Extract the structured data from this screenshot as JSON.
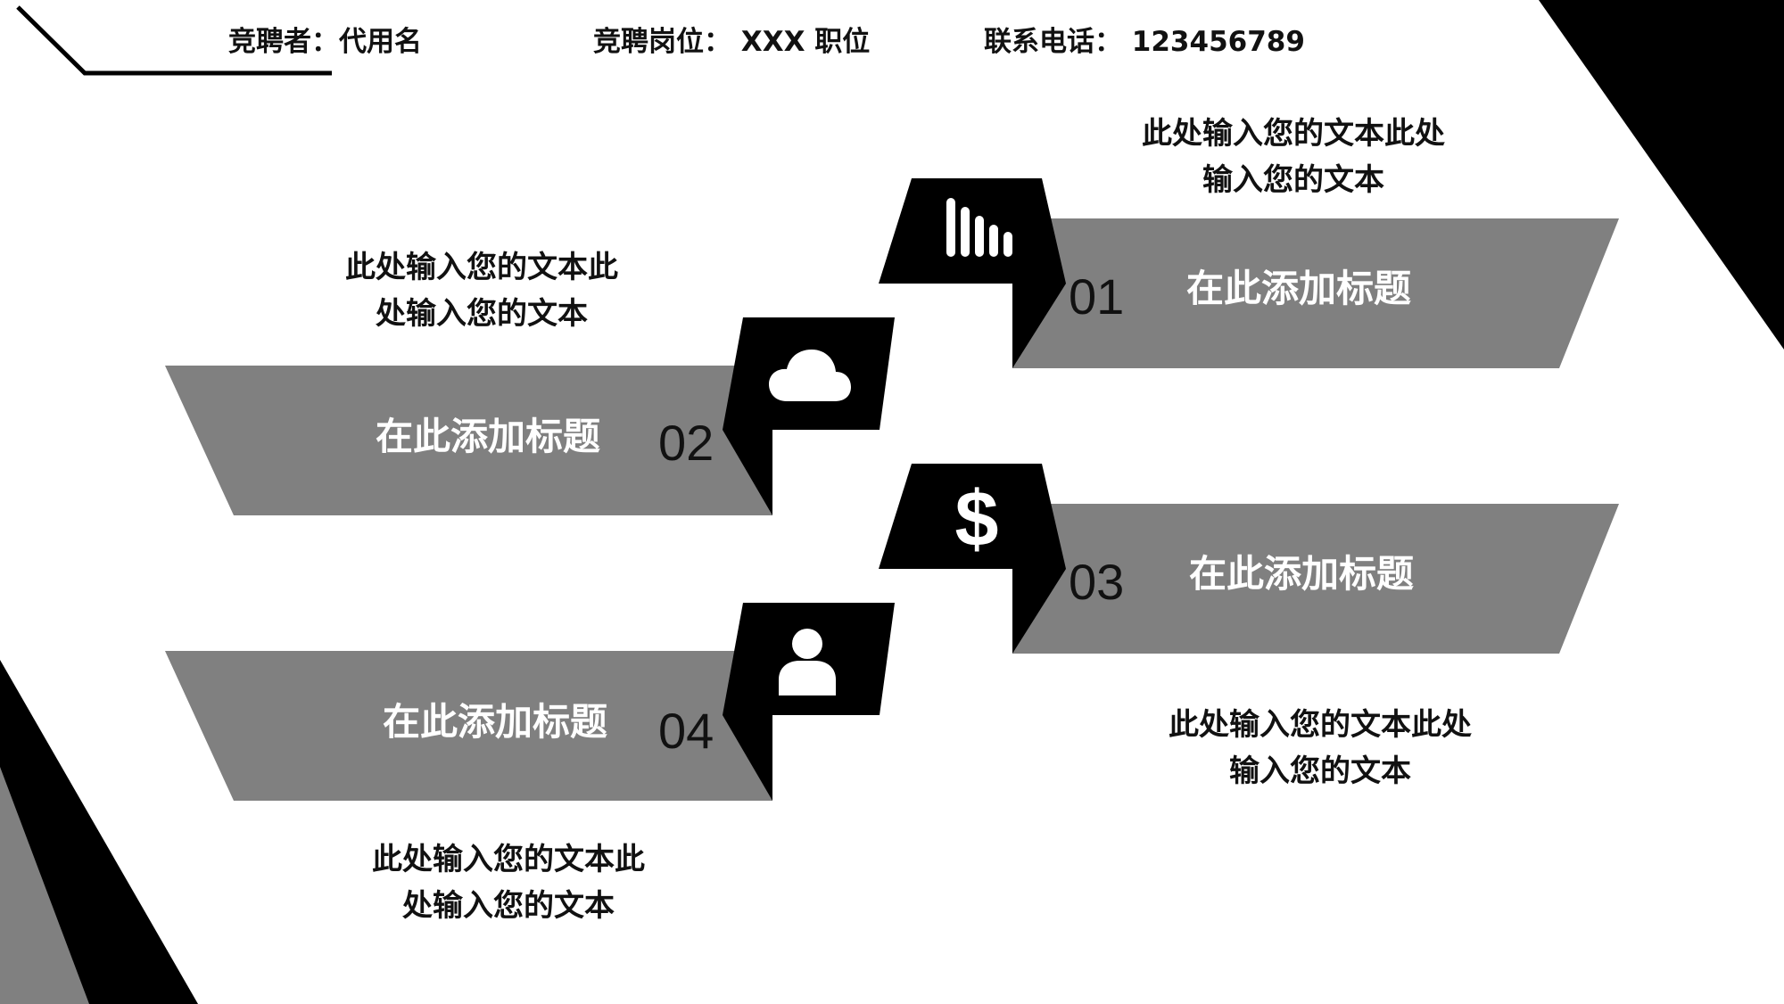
{
  "header": {
    "candidate": "竞聘者：代用名",
    "position": "竞聘岗位： XXX 职位",
    "phone": "联系电话： 123456789"
  },
  "items": [
    {
      "number": "01",
      "title": "在此添加标题",
      "desc_line1": "此处输入您的文本此处",
      "desc_line2": "输入您的文本",
      "icon": "bar-chart-icon"
    },
    {
      "number": "02",
      "title": "在此添加标题",
      "desc_line1": "此处输入您的文本此",
      "desc_line2": "处输入您的文本",
      "icon": "cloud-icon"
    },
    {
      "number": "03",
      "title": "在此添加标题",
      "desc_line1": "此处输入您的文本此处",
      "desc_line2": "输入您的文本",
      "icon": "dollar-icon"
    },
    {
      "number": "04",
      "title": "在此添加标题",
      "desc_line1": "此处输入您的文本此",
      "desc_line2": "处输入您的文本",
      "icon": "user-icon"
    }
  ],
  "colors": {
    "band": "#808080",
    "dark": "#000000",
    "bg": "#ffffff"
  }
}
